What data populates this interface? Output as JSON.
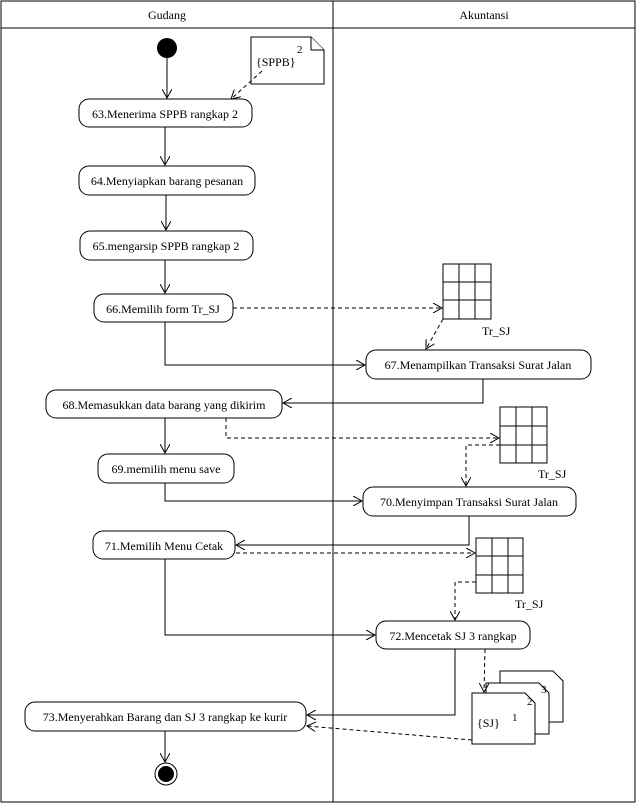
{
  "lanes": {
    "left": "Gudang",
    "right": "Akuntansi"
  },
  "activities": {
    "a63": "63.Menerima SPPB rangkap 2",
    "a64": "64.Menyiapkan barang pesanan",
    "a65": "65.mengarsip SPPB rangkap 2",
    "a66": "66.Memilih form Tr_SJ",
    "a67": "67.Menampilkan Transaksi Surat Jalan",
    "a68": "68.Memasukkan data barang yang dikirim",
    "a69": "69.memilih menu save",
    "a70": "70.Menyimpan Transaksi Surat Jalan",
    "a71": "71.Memilih Menu Cetak",
    "a72": "72.Mencetak SJ 3 rangkap",
    "a73": "73.Menyerahkan Barang dan SJ 3 rangkap ke kurir"
  },
  "objects": {
    "sppb_label": "{SPPB}",
    "sppb_count": "2",
    "table1_label": "Tr_SJ",
    "table2_label": "Tr_SJ",
    "table3_label": "Tr_SJ",
    "sj_label": "{SJ}",
    "sj_page1": "1",
    "sj_page2": "2",
    "sj_page3": "3"
  }
}
